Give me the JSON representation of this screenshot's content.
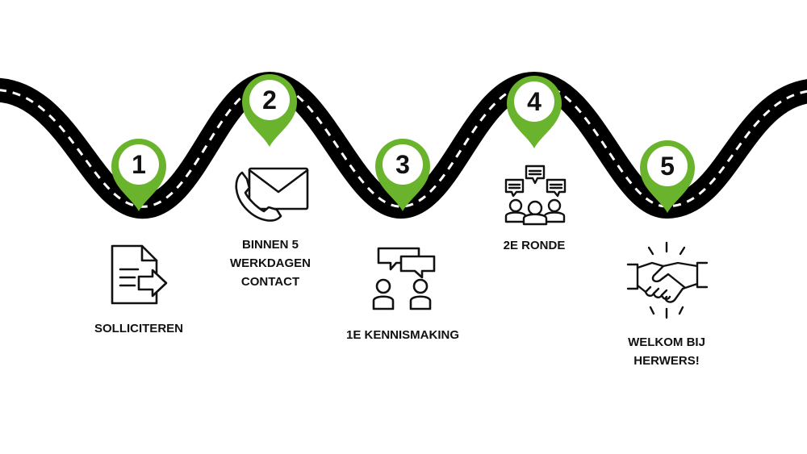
{
  "colors": {
    "road": "#000000",
    "road_line": "#ffffff",
    "pin": "#6ab42d",
    "icon": "#111111"
  },
  "steps": [
    {
      "number": "1",
      "label_lines": [
        "SOLLICITEREN"
      ],
      "icon": "document-arrow-icon"
    },
    {
      "number": "2",
      "label_lines": [
        "BINNEN 5",
        "WERKDAGEN",
        "CONTACT"
      ],
      "icon": "phone-envelope-icon"
    },
    {
      "number": "3",
      "label_lines": [
        "1E KENNISMAKING"
      ],
      "icon": "two-people-chat-icon"
    },
    {
      "number": "4",
      "label_lines": [
        "2E RONDE"
      ],
      "icon": "group-chat-icon"
    },
    {
      "number": "5",
      "label_lines": [
        "WELKOM BIJ",
        "HERWERS!"
      ],
      "icon": "handshake-icon"
    }
  ]
}
